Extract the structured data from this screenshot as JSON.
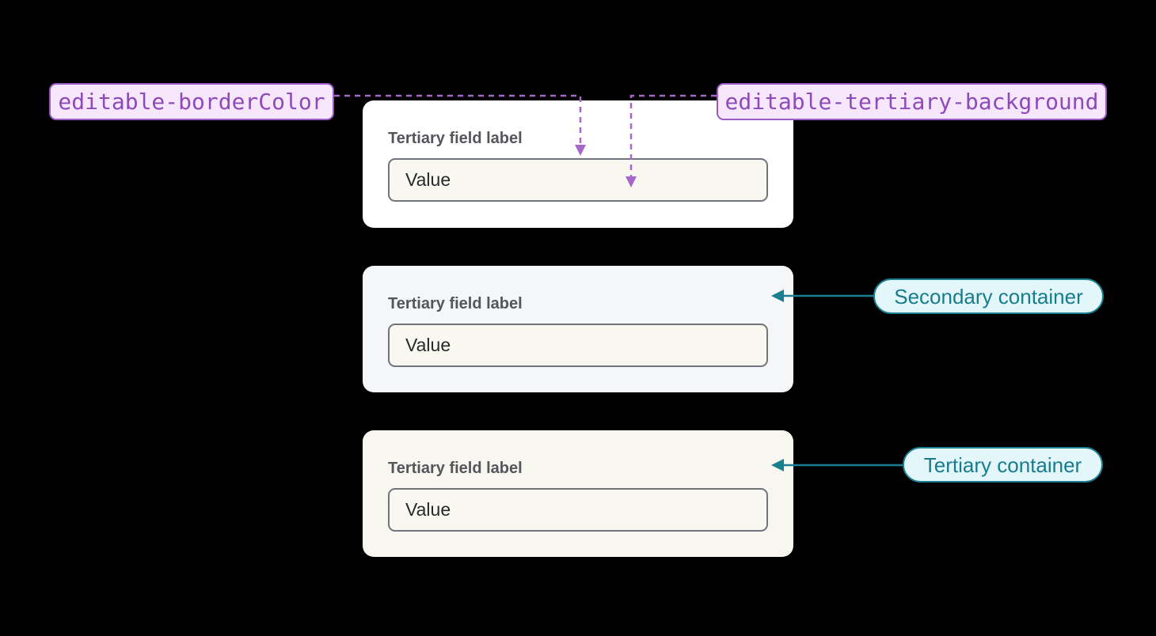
{
  "tokens": {
    "border_color": {
      "label": "editable-borderColor"
    },
    "tertiary_background": {
      "label": "editable-tertiary-background"
    }
  },
  "cards": [
    {
      "variant": "default",
      "field_label": "Tertiary field label",
      "field_value": "Value"
    },
    {
      "variant": "secondary",
      "field_label": "Tertiary field label",
      "field_value": "Value"
    },
    {
      "variant": "tertiary",
      "field_label": "Tertiary field label",
      "field_value": "Value"
    }
  ],
  "callouts": {
    "secondary": {
      "label": "Secondary container"
    },
    "tertiary": {
      "label": "Tertiary container"
    }
  },
  "colors": {
    "token_text": "#8d4ab8",
    "token_border": "#9a5cc4",
    "token_background": "#f7e7fd",
    "arrow_purple": "#a666cc",
    "callout_text": "#177c8e",
    "callout_border": "#1b7f92",
    "callout_background": "#e3f7fb",
    "card_default_background": "#ffffff",
    "card_secondary_background": "#f4f6f8",
    "card_tertiary_background": "#f7f6ef",
    "input_background": "#f8f7f0",
    "input_border": "#71737d",
    "field_label_text": "#54565c",
    "field_value_text": "#28292d",
    "page_background": "#000000"
  }
}
